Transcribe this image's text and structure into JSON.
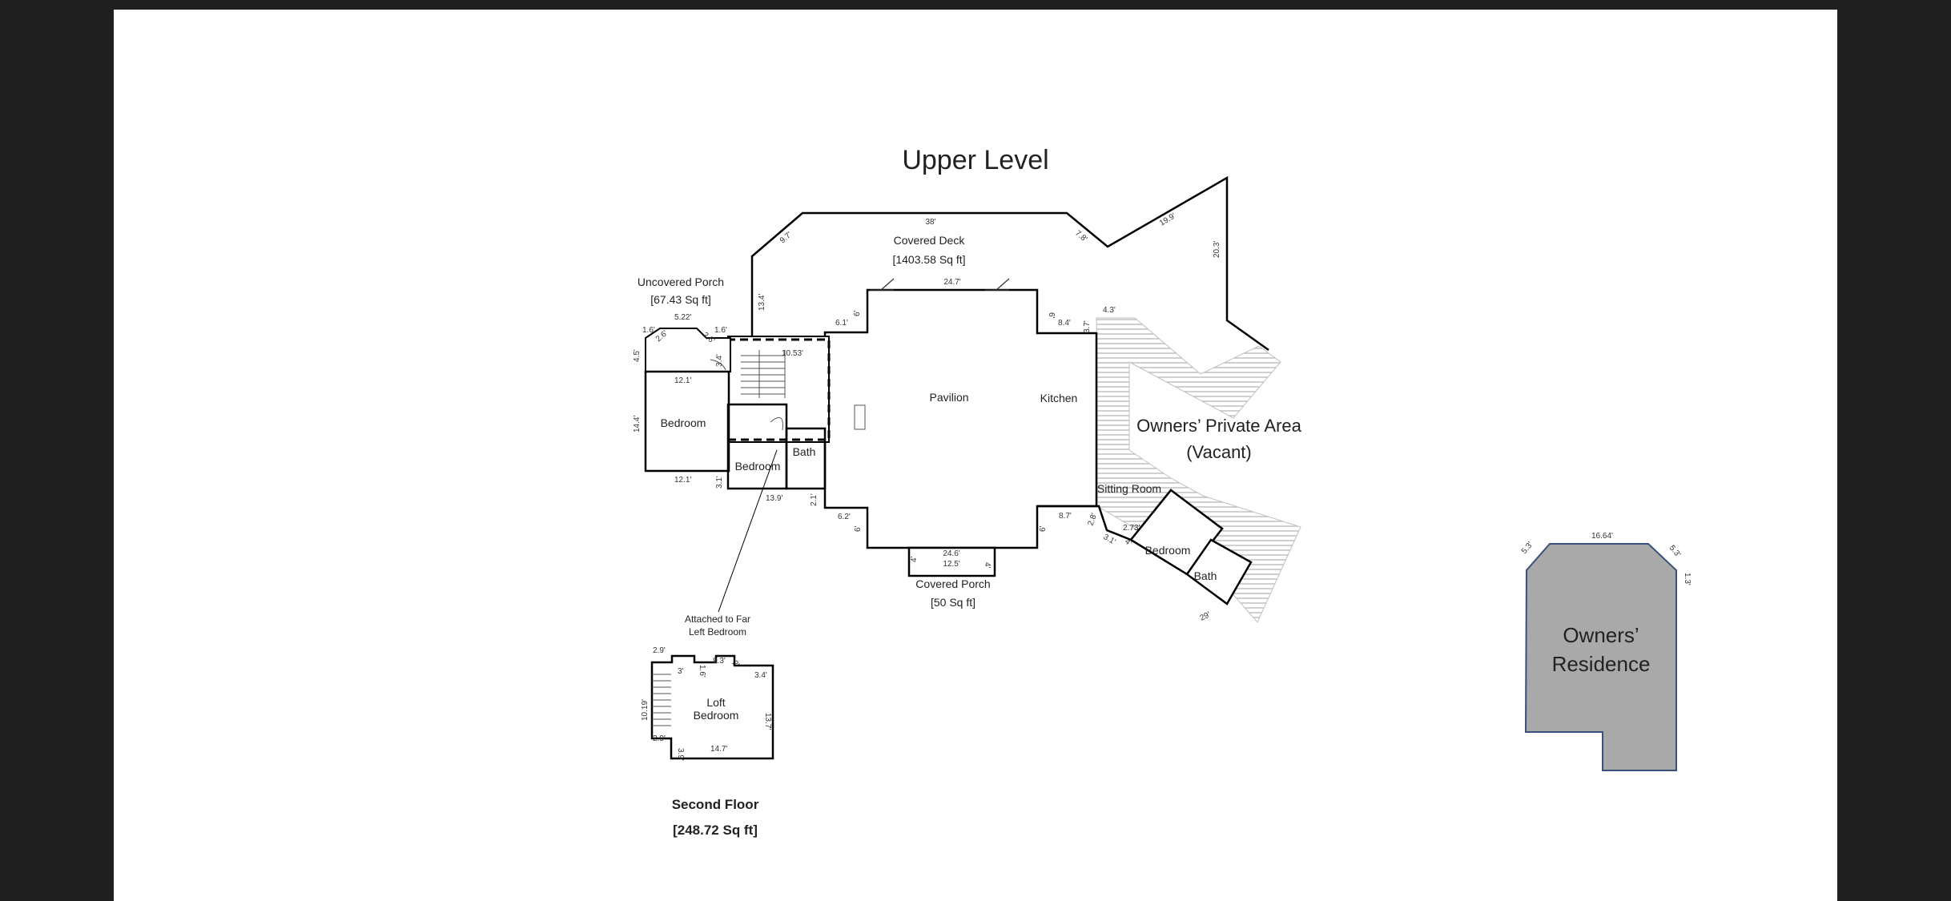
{
  "title": "Upper Level",
  "rooms": {
    "covered_deck": "Covered Deck",
    "covered_deck_area": "[1403.58 Sq ft]",
    "uncovered_porch": "Uncovered Porch",
    "uncovered_porch_area": "[67.43 Sq ft]",
    "pavilion": "Pavilion",
    "kitchen": "Kitchen",
    "owners_private_area": "Owners’ Private Area",
    "owners_private_area_status": "(Vacant)",
    "sitting_room": "Sitting Room",
    "bedroom": "Bedroom",
    "bath": "Bath",
    "covered_porch": "Covered Porch",
    "covered_porch_area": "[50 Sq ft]",
    "loft_bedroom_line1": "Loft",
    "loft_bedroom_line2": "Bedroom",
    "owners_residence_line1": "Owners’",
    "owners_residence_line2": "Residence"
  },
  "annotation": {
    "line1": "Attached to Far",
    "line2": "Left Bedroom"
  },
  "second_floor": {
    "label": "Second Floor",
    "area": "[248.72 Sq ft]"
  },
  "dimensions": {
    "d38": "38'",
    "d9_7": "9.7'",
    "d7_8": "7.8'",
    "d19_9": "19.9'",
    "d20_3": "20.3'",
    "d13_4": "13.4'",
    "d24_7": "24.7'",
    "d6": "6'",
    "d6_1": "6.1'",
    "d8_4": "8.4'",
    "d3_7": "3.7'",
    "d4_3": "4.3'",
    "d5_22": "5.22'",
    "d1_6": "1.6'",
    "d2_6": "2.6'",
    "d4_5": "4.5'",
    "d3_4": "3.4'",
    "d12_1": "12.1'",
    "d14_4": "14.4'",
    "d3_1": "3.1'",
    "d13_9": "13.9'",
    "d2_1": "2.1'",
    "d10_53": "10.53'",
    "d6_2": "6.2'",
    "d24_6": "24.6'",
    "d12_5": "12.5'",
    "d4": "4'",
    "d8_7": "8.7'",
    "d2_8": "2.8'",
    "d2_73": "2.73'",
    "d29": "29'",
    "d2_9": "2.9'",
    "d3": "3'",
    "d1_6b": "1.6'",
    "d8_3": "8.3'",
    "d2": "2'",
    "d10_19": "10.19'",
    "d13_7": "13.7'",
    "d3_9": "3.9'",
    "d14_7": "14.7'",
    "d16_64": "16.64'",
    "d5_3": "5.3'",
    "d1_3": "1.3'"
  },
  "colors": {
    "background": "#1f1f1f",
    "slide": "#ffffff",
    "residence_fill": "#a9a9a9",
    "residence_stroke": "#3a4f7a",
    "wall": "#000000",
    "hatch": "#b5b5b5"
  }
}
